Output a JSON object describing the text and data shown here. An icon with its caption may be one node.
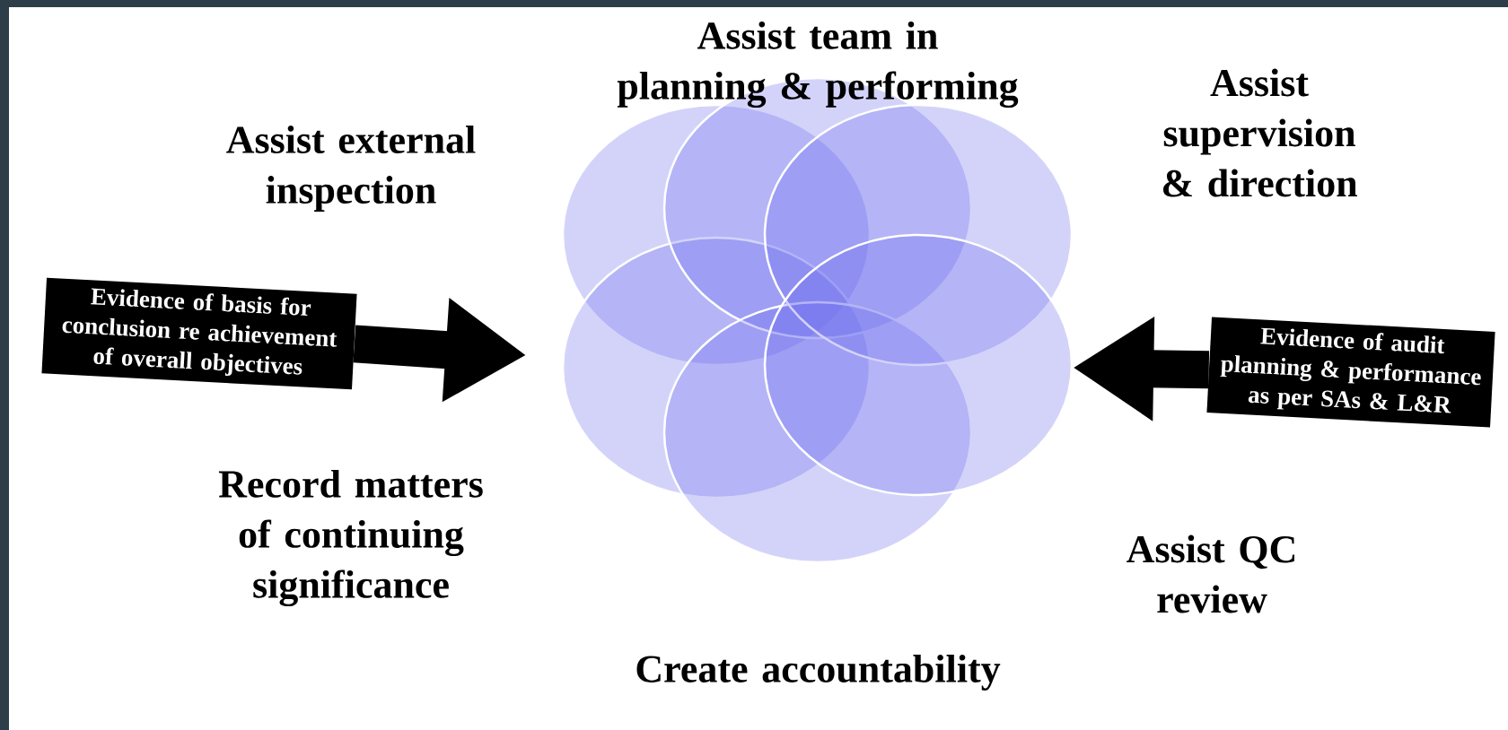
{
  "diagram": {
    "nodes": [
      {
        "text": [
          "Evidence of basis for conclusion re achievement of overall objectives"
        ]
      },
      {
        "text": [],
        "shape": "circle"
      },
      {
        "text": [],
        "shape": "circle"
      },
      {
        "text": [],
        "shape": "circle"
      },
      {
        "text": [],
        "shape": "circle"
      },
      {
        "text": [],
        "shape": "circle"
      },
      {
        "text": [],
        "shape": "circle"
      },
      {
        "text": [
          "Evidence of audit planning & performance as per SAs & L&R"
        ]
      }
    ],
    "edges": [
      {
        "from": 0,
        "to": 2,
        "arrow": "to"
      },
      {
        "from": 7,
        "to": 6,
        "arrow": "to"
      }
    ],
    "labels": [
      "Assist team in planning & performing",
      "Assist external inspection",
      "Assist supervision & direction",
      "Record matters of continuing significance",
      "Assist QC review",
      "Create accountability"
    ]
  }
}
